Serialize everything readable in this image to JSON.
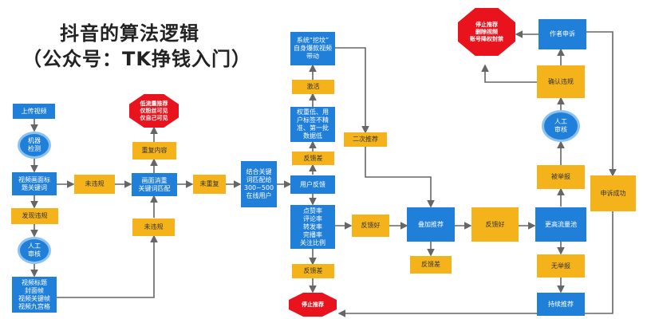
{
  "title": "抖音的算法逻辑",
  "subtitle": "（公众号：TK挣钱入门）",
  "nodes": {
    "upload": "上传视频",
    "machine_check": "机器\n检测",
    "video_match": "视频画面标\n题关键词",
    "found_violation": "发现违规",
    "manual_review_left": "人工\n审核",
    "video_items": "视频标题\n封面帧\n视频关键帧\n视频九宫格",
    "no_violation": "未违规",
    "screen_match": "画面消重\n关键词匹配",
    "repeat_content": "重复内容",
    "stop_left": "低流量推荐\n仅粉丝可见\n仅自己可见",
    "no_violation2": "未违规",
    "not_repeat": "未重复",
    "combine": "结合关键\n词匹配给\n300~500\n在线用户",
    "user_feedback": "用户反馈",
    "metrics": "点赞率\n评论率\n转发率\n完播率\n关注比例",
    "bad_feedback_bottom": "反馈差",
    "stop_bottom": "停止推荐",
    "bad_feedback_top": "反馈差",
    "low_weight": "权重低、用\n户标签不精\n准、第一批\n数据低",
    "activate": "激活",
    "system_dig": "系统“挖坟”\n自身爆款视频\n带动",
    "second_rec": "二次推荐",
    "good_feedback1": "反馈好",
    "overlay_rec": "叠加推荐",
    "bad_feedback_mid": "反馈差",
    "good_feedback2": "反馈好",
    "higher_pool": "更高流量池",
    "no_report": "无举报",
    "continue_rec": "持续推荐",
    "reported": "被举报",
    "manual_review_right": "人工\n审核",
    "confirm_violation": "确认违规",
    "appeal": "作者申诉",
    "stop_top": "停止推荐\n删除视频\n账号降权封禁",
    "appeal_success": "申诉成功"
  },
  "colors": {
    "blue": "#1f7fd9",
    "orange": "#f5b31b",
    "red": "#e8131c",
    "arrow": "#666666"
  }
}
